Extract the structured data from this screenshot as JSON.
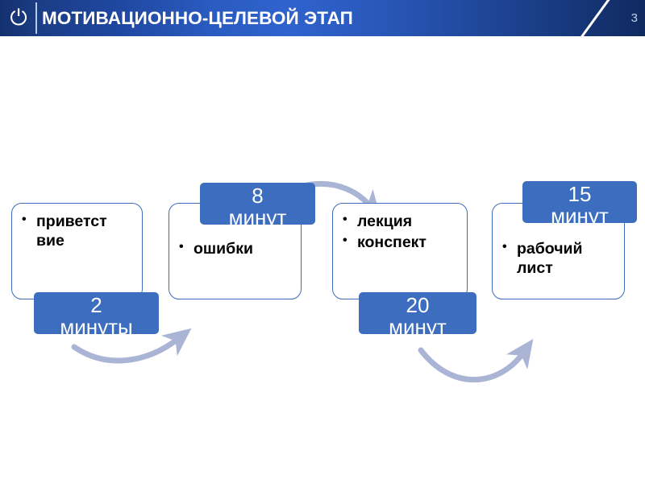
{
  "header": {
    "icon": "power-icon",
    "title": "МОТИВАЦИОННО-ЦЕЛЕВОЙ ЭТАП",
    "slide_number": "3",
    "accent_color": "#2a5bc0",
    "text_color": "#ffffff"
  },
  "diagram": {
    "box_border_color": "#3b6bbd",
    "badge_color": "#3c6dbe",
    "arrow_color": "#aab4d4",
    "steps": [
      {
        "name": "greeting",
        "bullets": [
          "приветст вие"
        ],
        "time_number": "2",
        "time_unit": "минуты"
      },
      {
        "name": "mistakes",
        "bullets": [
          "ошибки"
        ],
        "time_number": "8",
        "time_unit": "минут"
      },
      {
        "name": "lecture",
        "bullets": [
          "лекция",
          "конспект"
        ],
        "time_number": "20",
        "time_unit": "минут"
      },
      {
        "name": "worksheet",
        "bullets": [
          "рабочий лист"
        ],
        "time_number": "15",
        "time_unit": "минут"
      }
    ]
  }
}
